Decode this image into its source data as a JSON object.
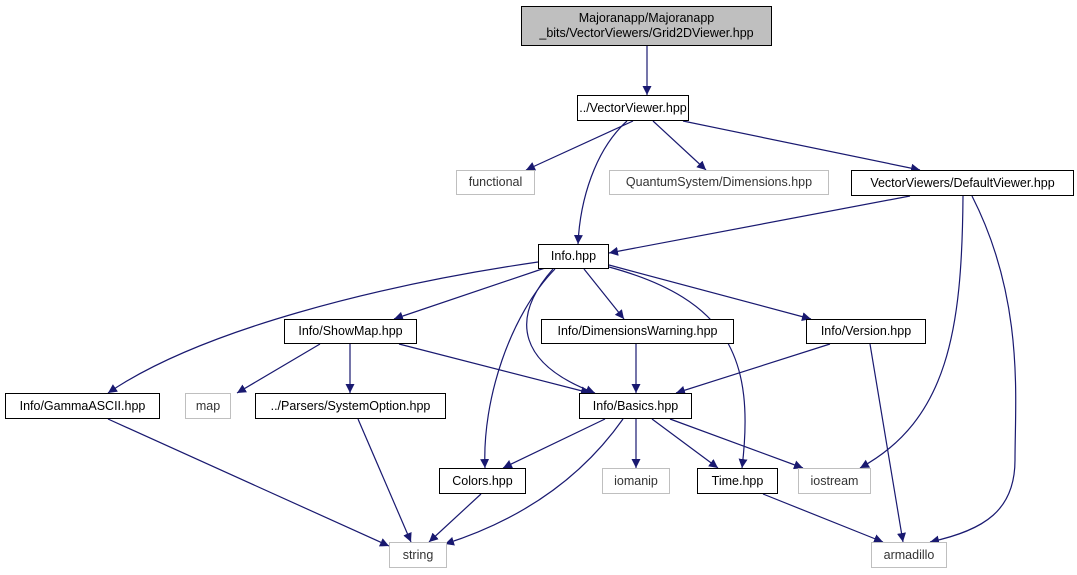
{
  "graph": {
    "nodes": [
      {
        "id": "grid2d",
        "label_line1": "Majoranapp/Majoranapp",
        "label_line2": "_bits/VectorViewers/Grid2DViewer.hpp",
        "kind": "root"
      },
      {
        "id": "vectorviewer",
        "label": "../VectorViewer.hpp",
        "kind": "local"
      },
      {
        "id": "functional",
        "label": "functional",
        "kind": "external"
      },
      {
        "id": "qsdims",
        "label": "QuantumSystem/Dimensions.hpp",
        "kind": "external"
      },
      {
        "id": "defaultviewer",
        "label": "VectorViewers/DefaultViewer.hpp",
        "kind": "local"
      },
      {
        "id": "info",
        "label": "Info.hpp",
        "kind": "local"
      },
      {
        "id": "showmap",
        "label": "Info/ShowMap.hpp",
        "kind": "local"
      },
      {
        "id": "dimwarn",
        "label": "Info/DimensionsWarning.hpp",
        "kind": "local"
      },
      {
        "id": "version",
        "label": "Info/Version.hpp",
        "kind": "local"
      },
      {
        "id": "gamma",
        "label": "Info/GammaASCII.hpp",
        "kind": "local"
      },
      {
        "id": "map",
        "label": "map",
        "kind": "external"
      },
      {
        "id": "sysopt",
        "label": "../Parsers/SystemOption.hpp",
        "kind": "local"
      },
      {
        "id": "basics",
        "label": "Info/Basics.hpp",
        "kind": "local"
      },
      {
        "id": "colors",
        "label": "Colors.hpp",
        "kind": "local"
      },
      {
        "id": "iomanip",
        "label": "iomanip",
        "kind": "external"
      },
      {
        "id": "time",
        "label": "Time.hpp",
        "kind": "local"
      },
      {
        "id": "iostream",
        "label": "iostream",
        "kind": "external"
      },
      {
        "id": "string",
        "label": "string",
        "kind": "external"
      },
      {
        "id": "armadillo",
        "label": "armadillo",
        "kind": "external"
      }
    ],
    "edges": [
      [
        "grid2d",
        "vectorviewer"
      ],
      [
        "vectorviewer",
        "functional"
      ],
      [
        "vectorviewer",
        "qsdims"
      ],
      [
        "vectorviewer",
        "defaultviewer"
      ],
      [
        "vectorviewer",
        "info"
      ],
      [
        "defaultviewer",
        "info"
      ],
      [
        "defaultviewer",
        "iostream"
      ],
      [
        "defaultviewer",
        "armadillo"
      ],
      [
        "info",
        "gamma"
      ],
      [
        "info",
        "showmap"
      ],
      [
        "info",
        "dimwarn"
      ],
      [
        "info",
        "version"
      ],
      [
        "info",
        "basics"
      ],
      [
        "info",
        "colors"
      ],
      [
        "info",
        "time"
      ],
      [
        "showmap",
        "map"
      ],
      [
        "showmap",
        "sysopt"
      ],
      [
        "showmap",
        "basics"
      ],
      [
        "dimwarn",
        "basics"
      ],
      [
        "version",
        "basics"
      ],
      [
        "version",
        "armadillo"
      ],
      [
        "gamma",
        "string"
      ],
      [
        "sysopt",
        "string"
      ],
      [
        "basics",
        "colors"
      ],
      [
        "basics",
        "string"
      ],
      [
        "basics",
        "iomanip"
      ],
      [
        "basics",
        "time"
      ],
      [
        "basics",
        "iostream"
      ],
      [
        "colors",
        "string"
      ],
      [
        "time",
        "armadillo"
      ]
    ]
  },
  "colors": {
    "edge": "#191970",
    "external_border": "#bfbfbf",
    "local_border": "#000000",
    "root_fill": "#bfbfbf"
  }
}
